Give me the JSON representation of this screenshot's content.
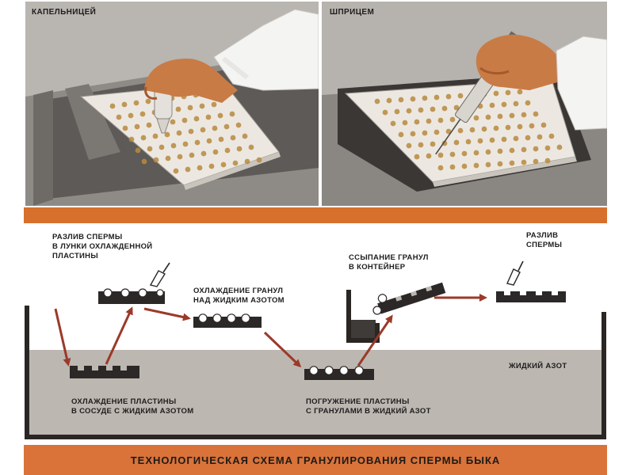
{
  "photos": {
    "left_label": "КАПЕЛЬНИЦЕЙ",
    "right_label": "ШПРИЦЕМ"
  },
  "steps": {
    "pour_into_wells": "РАЗЛИВ СПЕРМЫ\nВ ЛУНКИ ОХЛАЖДЕННОЙ\nПЛАСТИНЫ",
    "cool_granules": "ОХЛАЖДЕНИЕ ГРАНУЛ\nНАД ЖИДКИМ АЗОТОМ",
    "pour_granules": "ССЫПАНИЕ ГРАНУЛ\nВ КОНТЕЙНЕР",
    "pour_sperm": "РАЗЛИВ\nСПЕРМЫ",
    "liquid_nitrogen": "ЖИДКИЙ АЗОТ",
    "cool_plate": "ОХЛАЖДЕНИЕ ПЛАСТИНЫ\nВ СОСУДЕ С ЖИДКИМ АЗОТОМ",
    "immerse_plate": "ПОГРУЖЕНИЕ ПЛАСТИНЫ\nС ГРАНУЛАМИ В ЖИДКИЙ АЗОТ"
  },
  "footer": {
    "title": "ТЕХНОЛОГИЧЕСКАЯ СХЕМА ГРАНУЛИРОВАНИЯ СПЕРМЫ БЫКА"
  },
  "colors": {
    "accent_orange": "#d7702c",
    "arrow_red": "#9b3a2a",
    "nitrogen_gray": "#bdb7b1",
    "vessel_dark": "#2a2624",
    "plate_dark": "#2b2827"
  }
}
